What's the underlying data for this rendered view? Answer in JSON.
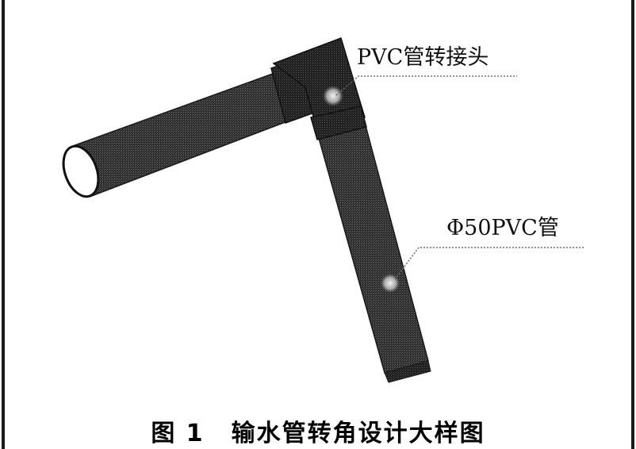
{
  "labels": {
    "joint": "PVC管转接头",
    "pipe": "Φ50PVC管"
  },
  "caption": {
    "figure_number": "图 1",
    "title": "输水管转角设计大样图"
  },
  "colors": {
    "pipe_fill": "#3a3a3a",
    "joint_fill": "#333333",
    "highlight": "#e8e8e8",
    "leader_line": "#666666",
    "border": "#1a1a1a"
  }
}
